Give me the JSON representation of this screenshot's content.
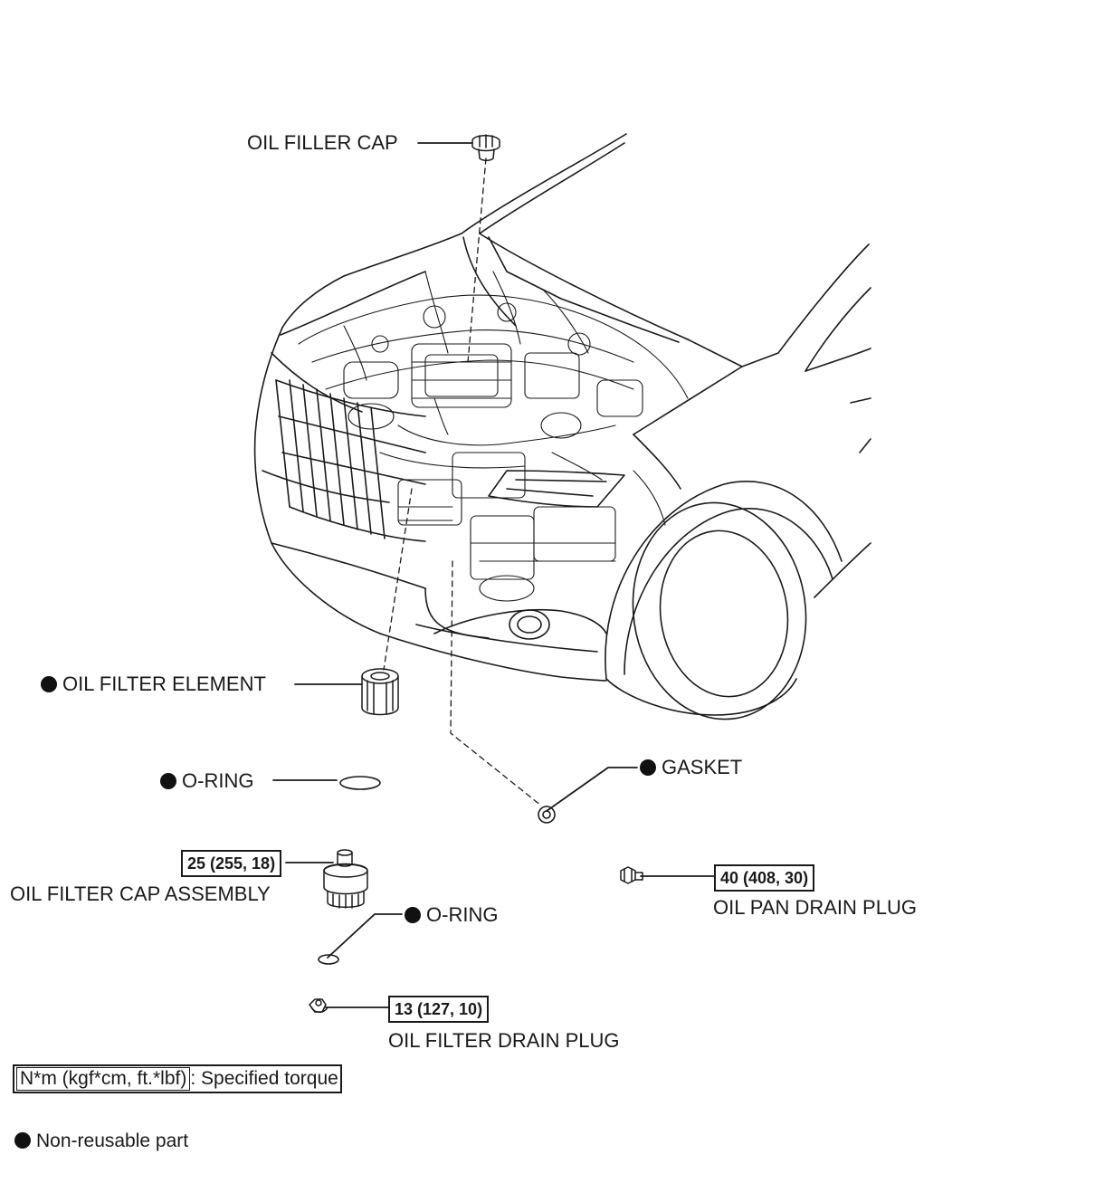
{
  "labels": {
    "oil_filler_cap": "OIL FILLER CAP",
    "oil_filter_element": "OIL FILTER ELEMENT",
    "o_ring_1": "O-RING",
    "gasket": "GASKET",
    "oil_filter_cap_assembly": "OIL FILTER CAP ASSEMBLY",
    "o_ring_2": "O-RING",
    "oil_pan_drain_plug": "OIL PAN DRAIN PLUG",
    "oil_filter_drain_plug": "OIL FILTER DRAIN PLUG"
  },
  "torques": {
    "oil_filter_cap_assembly": "25 (255, 18)",
    "oil_pan_drain_plug": "40 (408, 30)",
    "oil_filter_drain_plug": "13 (127, 10)"
  },
  "legend": {
    "torque_unit": "N*m (kgf*cm, ft.*lbf)",
    "torque_text": ": Specified torque",
    "non_reusable_text": "Non-reusable part"
  },
  "colors": {
    "line": "#1a1a1a",
    "background": "#ffffff"
  },
  "icons": {
    "non_reusable_marker": "filled-circle"
  }
}
